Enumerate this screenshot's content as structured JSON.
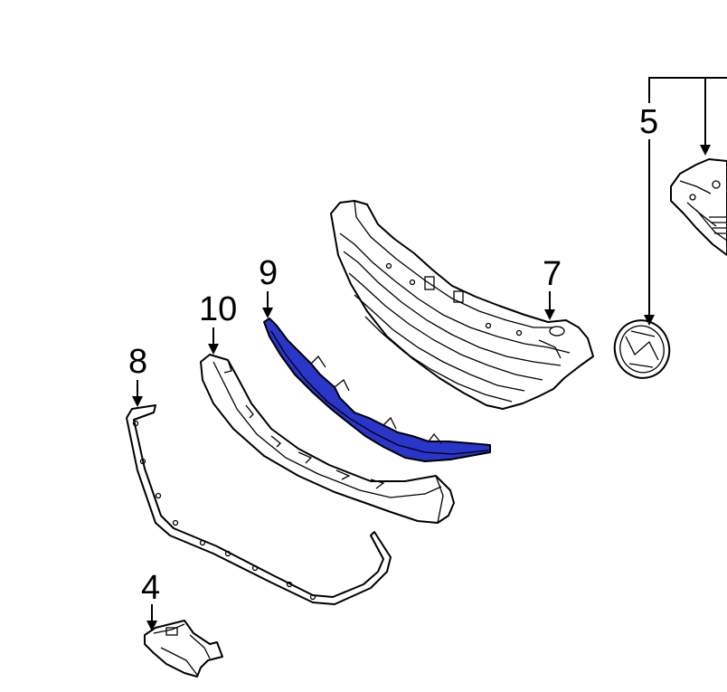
{
  "colors": {
    "background": "#ffffff",
    "line": "#000000",
    "highlight": "#2a35c9"
  },
  "callouts": [
    {
      "id": "4",
      "label": "4"
    },
    {
      "id": "5",
      "label": "5"
    },
    {
      "id": "7",
      "label": "7"
    },
    {
      "id": "8",
      "label": "8"
    },
    {
      "id": "9",
      "label": "9"
    },
    {
      "id": "10",
      "label": "10"
    }
  ],
  "highlighted_part": "9"
}
